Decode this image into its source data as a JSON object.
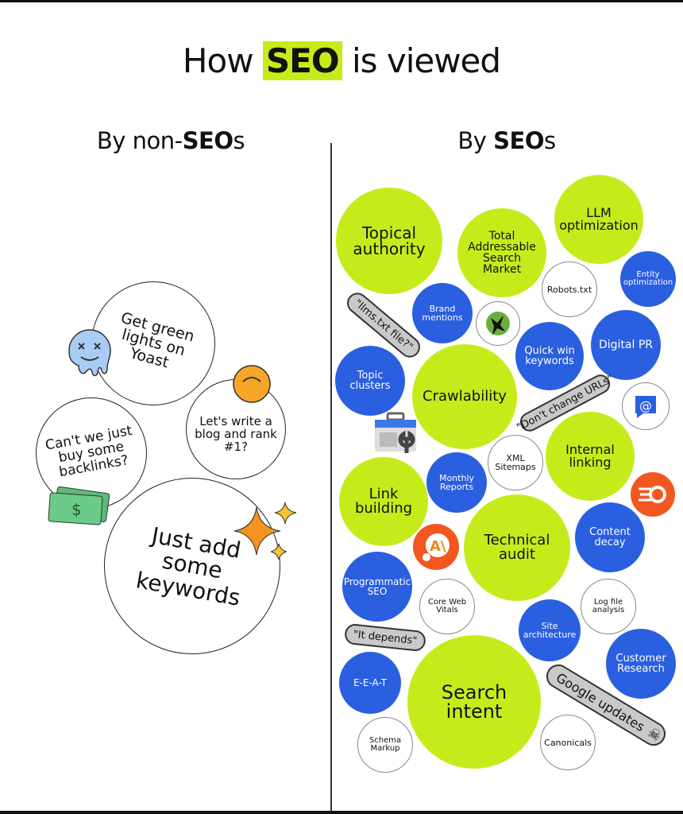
{
  "title": {
    "pre": "How",
    "highlight": "SEO",
    "post": "is viewed"
  },
  "left": {
    "heading_pre": "By non-",
    "heading_bold": "SEO",
    "heading_post": "s",
    "bubbles": [
      "Get green lights on Yoast",
      "Let's write a blog and rank #1?",
      "Can't we just buy some backlinks?",
      "Just add some keywords"
    ]
  },
  "right": {
    "heading_pre": "By ",
    "heading_bold": "SEO",
    "heading_post": "s",
    "bubbles": [
      {
        "text": "Topical authority",
        "style": "lime"
      },
      {
        "text": "Total Addressable Search Market",
        "style": "lime"
      },
      {
        "text": "LLM optimization",
        "style": "lime"
      },
      {
        "text": "Entity optimization",
        "style": "blue"
      },
      {
        "text": "Robots.txt",
        "style": "white"
      },
      {
        "text": "Brand mentions",
        "style": "blue"
      },
      {
        "text": "Quick win keywords",
        "style": "blue"
      },
      {
        "text": "Digital PR",
        "style": "blue"
      },
      {
        "text": "Topic clusters",
        "style": "blue"
      },
      {
        "text": "Crawlability",
        "style": "lime"
      },
      {
        "text": "Internal linking",
        "style": "lime"
      },
      {
        "text": "XML Sitemaps",
        "style": "white"
      },
      {
        "text": "Link building",
        "style": "lime"
      },
      {
        "text": "Monthly Reports",
        "style": "blue"
      },
      {
        "text": "Technical audit",
        "style": "lime"
      },
      {
        "text": "Content decay",
        "style": "blue"
      },
      {
        "text": "Programmatic SEO",
        "style": "blue"
      },
      {
        "text": "Core Web Vitals",
        "style": "white"
      },
      {
        "text": "Log file analysis",
        "style": "white"
      },
      {
        "text": "Site architecture",
        "style": "blue"
      },
      {
        "text": "Customer Research",
        "style": "blue"
      },
      {
        "text": "E-E-A-T",
        "style": "blue"
      },
      {
        "text": "Search intent",
        "style": "lime"
      },
      {
        "text": "Schema Markup",
        "style": "white"
      },
      {
        "text": "Canonicals",
        "style": "white"
      }
    ],
    "pills": [
      "\"llms.txt file?\"",
      "\"Don't change URLs\"",
      "\"It depends\"",
      "Google updates"
    ],
    "icons": [
      "screaming-frog-logo-icon",
      "at-sign-icon",
      "search-console-toolbox-icon",
      "semrush-logo-icon",
      "ahrefs-ai-logo-icon",
      "skull-icon"
    ]
  },
  "colors": {
    "lime": "#c5ec1a",
    "blue": "#2a5fe0",
    "orange": "#f2571f"
  }
}
